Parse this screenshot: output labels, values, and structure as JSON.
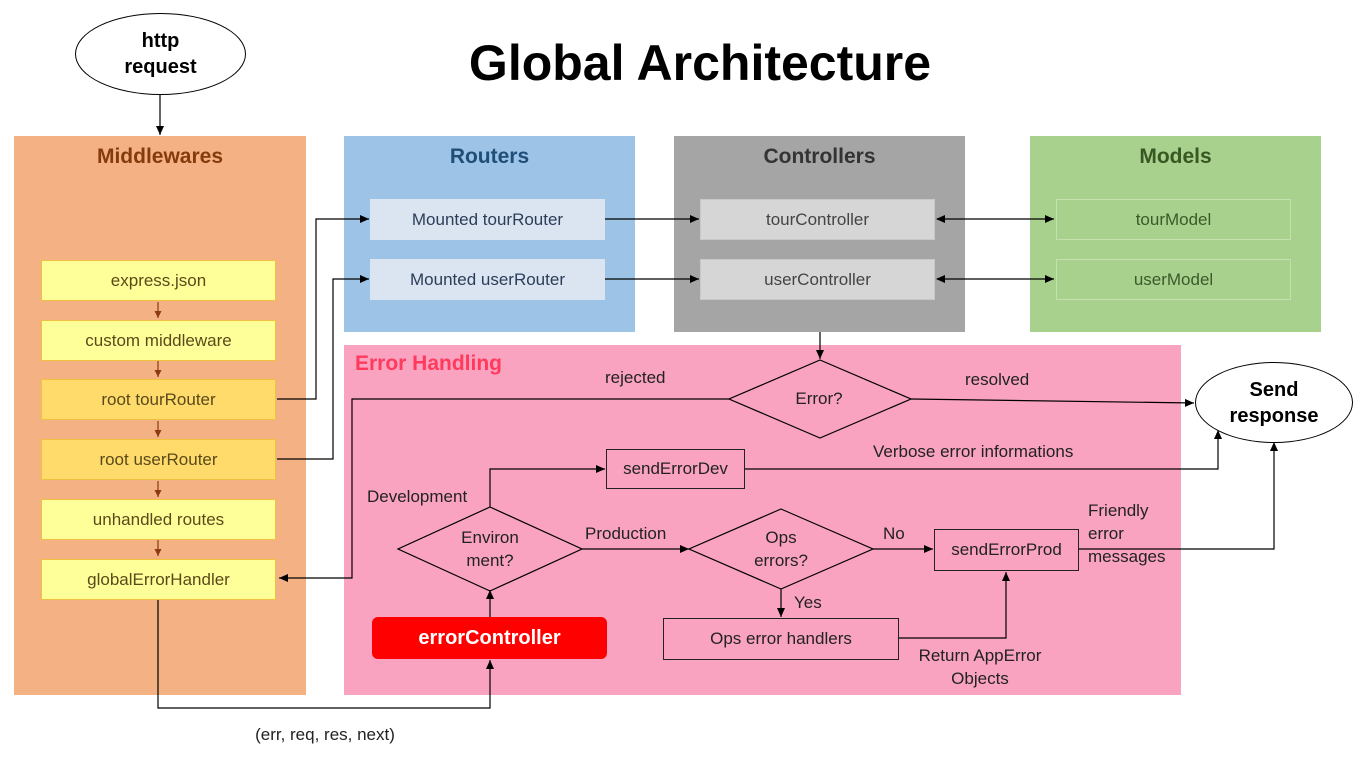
{
  "title": "Global Architecture",
  "start_node": "http\nrequest",
  "end_node": "Send\nresponse",
  "colors": {
    "middlewares_bg": "#f4b183",
    "routers_bg": "#9dc3e6",
    "controllers_bg": "#a5a5a5",
    "models_bg": "#a9d18e",
    "error_bg": "#f9a3c0",
    "error_controller": "#ff0000"
  },
  "middlewares": {
    "title": "Middlewares",
    "items": [
      "express.json",
      "custom middleware",
      "root tourRouter",
      "root userRouter",
      "unhandled routes",
      "globalErrorHandler"
    ]
  },
  "routers": {
    "title": "Routers",
    "items": [
      "Mounted tourRouter",
      "Mounted userRouter"
    ]
  },
  "controllers": {
    "title": "Controllers",
    "items": [
      "tourController",
      "userController"
    ]
  },
  "models": {
    "title": "Models",
    "items": [
      "tourModel",
      "userModel"
    ]
  },
  "error_handling": {
    "title": "Error Handling",
    "error_check": "Error?",
    "rejected": "rejected",
    "resolved": "resolved",
    "environment": "Environ\nment?",
    "development": "Development",
    "production": "Production",
    "send_error_dev": "sendErrorDev",
    "verbose": "Verbose error informations",
    "ops_errors": "Ops\nerrors?",
    "no": "No",
    "yes": "Yes",
    "send_error_prod": "sendErrorProd",
    "friendly": "Friendly\nerror\nmessages",
    "ops_handlers": "Ops error handlers",
    "return_apperror": "Return AppError\nObjects",
    "error_controller": "errorController"
  },
  "signature": "(err, req, res, next)"
}
